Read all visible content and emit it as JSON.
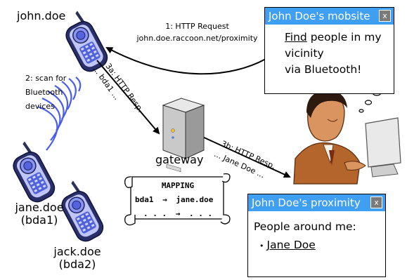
{
  "nodes": {
    "john": "john.doe",
    "jane": "jane.doe",
    "jane_bda": "(bda1)",
    "jack": "jack.doe",
    "jack_bda": "(bda2)",
    "gateway": "gateway"
  },
  "edges": {
    "http_request_1": "1: HTTP Request",
    "http_request_2": "john.doe.raccoon.net/proximity",
    "scan_1": "2: scan for",
    "scan_2": "Bluetooth",
    "scan_3": "devices",
    "resp_3a": "3a: HTTP Resp.",
    "resp_3a_payload": "... bda1 ...",
    "resp_3b": "3b: HTTP Resp.",
    "resp_3b_payload": "... Jane Doe ..."
  },
  "mapping": {
    "title": "MAPPING",
    "rows": [
      {
        "left": "bda1",
        "arrow": "→",
        "right": "jane.doe"
      },
      {
        "left": ". . .",
        "arrow": "→",
        "right": ". . ."
      }
    ]
  },
  "mobsite_window": {
    "title": "John Doe's mobsite",
    "close": "x",
    "link": "Find",
    "line1_rest": " people in my",
    "line2": "vicinity",
    "line3": "via Bluetooth!"
  },
  "proximity_window": {
    "title": "John Doe's proximity",
    "close": "x",
    "heading": "People around me:",
    "bullet": "•",
    "person": "Jane Doe"
  },
  "colors": {
    "titlebar": "#3f9ff3",
    "phone_screen": "#7f8bf0",
    "phone_keys": "#3d4fd6",
    "waves": "#4a5fe8"
  }
}
